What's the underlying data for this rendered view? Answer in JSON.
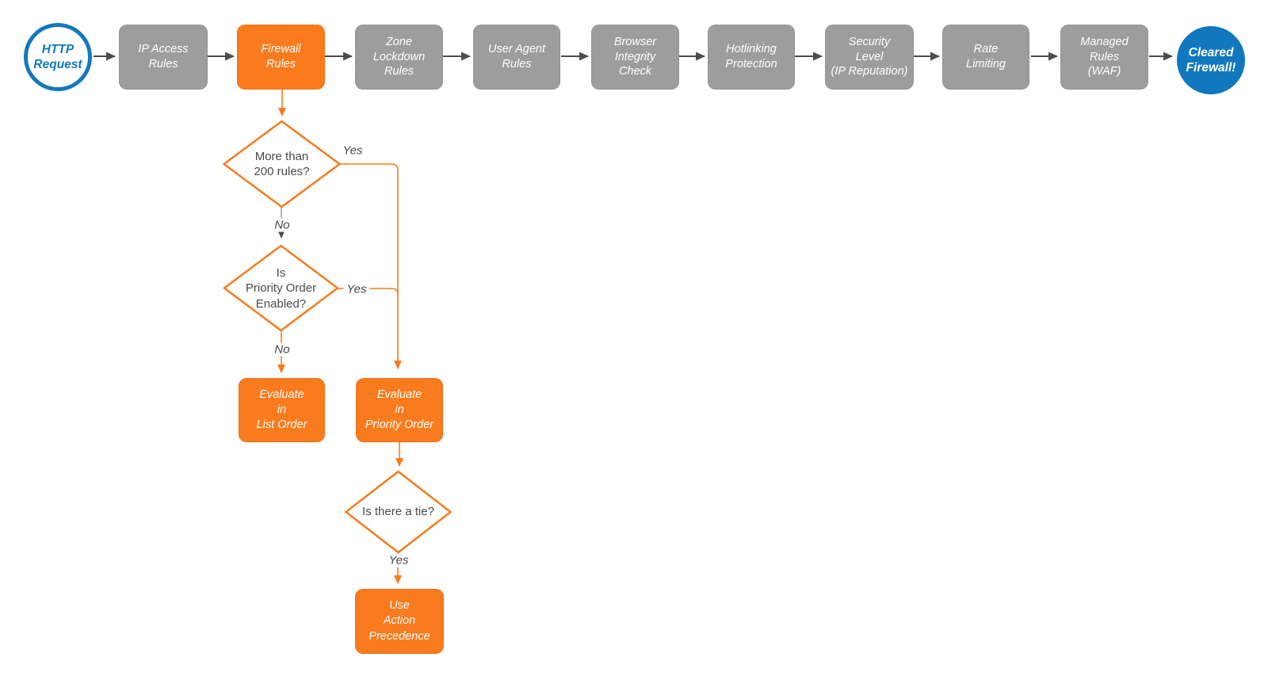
{
  "colors": {
    "accent_orange": "#F97B1E",
    "accent_blue": "#1278BE",
    "node_gray": "#9D9D9D",
    "arrow_gray": "#4D4D4D"
  },
  "flow": {
    "start": {
      "label": "HTTP\nRequest"
    },
    "steps": [
      {
        "label": "IP Access\nRules"
      },
      {
        "label": "Firewall\nRules"
      },
      {
        "label": "Zone\nLockdown\nRules"
      },
      {
        "label": "User Agent\nRules"
      },
      {
        "label": "Browser\nIntegrity\nCheck"
      },
      {
        "label": "Hotlinking\nProtection"
      },
      {
        "label": "Security\nLevel\n(IP Reputation)"
      },
      {
        "label": "Rate\nLimiting"
      },
      {
        "label": "Managed\nRules\n(WAF)"
      }
    ],
    "end": {
      "label": "Cleared\nFirewall!"
    }
  },
  "branch": {
    "decisions": [
      {
        "label": "More than\n200 rules?",
        "yes_label": "Yes",
        "no_label": "No"
      },
      {
        "label": "Is\nPriority Order\nEnabled?",
        "yes_label": "Yes",
        "no_label": "No"
      },
      {
        "label": "Is there a tie?",
        "yes_label": "Yes"
      }
    ],
    "actions": [
      {
        "label": "Evaluate\nin\nList Order"
      },
      {
        "label": "Evaluate\nin\nPriority Order"
      },
      {
        "label": "Use\nAction\nPrecedence"
      }
    ]
  }
}
